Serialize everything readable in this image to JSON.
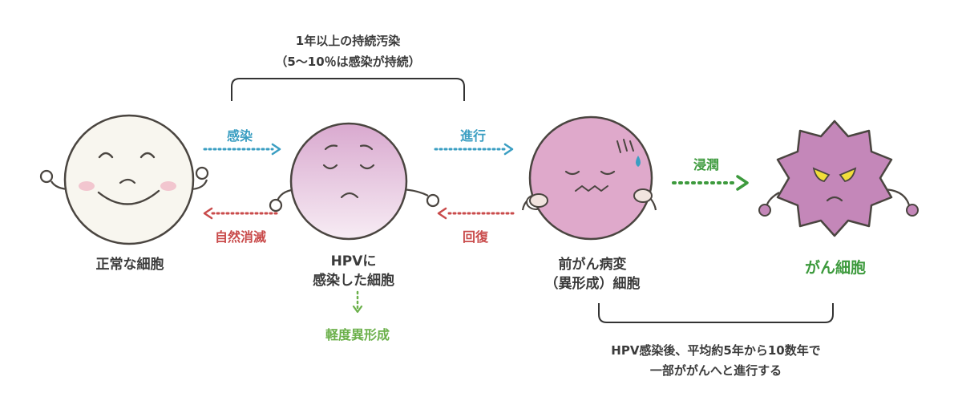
{
  "top_bracket": {
    "line1": "1年以上の持続汚染",
    "line2": "（5～10％は感染が持続）"
  },
  "stages": {
    "normal": {
      "label": "正常な細胞"
    },
    "infected": {
      "line1": "HPVに",
      "line2": "感染した細胞"
    },
    "precancer": {
      "line1": "前がん病変",
      "line2": "（異形成）細胞"
    },
    "cancer": {
      "label": "がん細胞"
    }
  },
  "arrows": {
    "infection": "感染",
    "progression": "進行",
    "invasion": "浸潤",
    "natural_clearance": "自然消滅",
    "recovery": "回復",
    "mild_dysplasia": "軽度異形成"
  },
  "bottom_note": {
    "line1": "HPV感染後、平均約5年から10数年で",
    "line2": "一部ががんへと進行する"
  },
  "colors": {
    "blue_arrow": "#3a9ec2",
    "red_arrow": "#c94b4b",
    "green_arrow": "#3d9a3d",
    "normal_cell": "#f8f6ef",
    "infected_cell": "#e6c6df",
    "precancer_cell": "#dfa9cb",
    "cancer_cell": "#c487b9"
  }
}
